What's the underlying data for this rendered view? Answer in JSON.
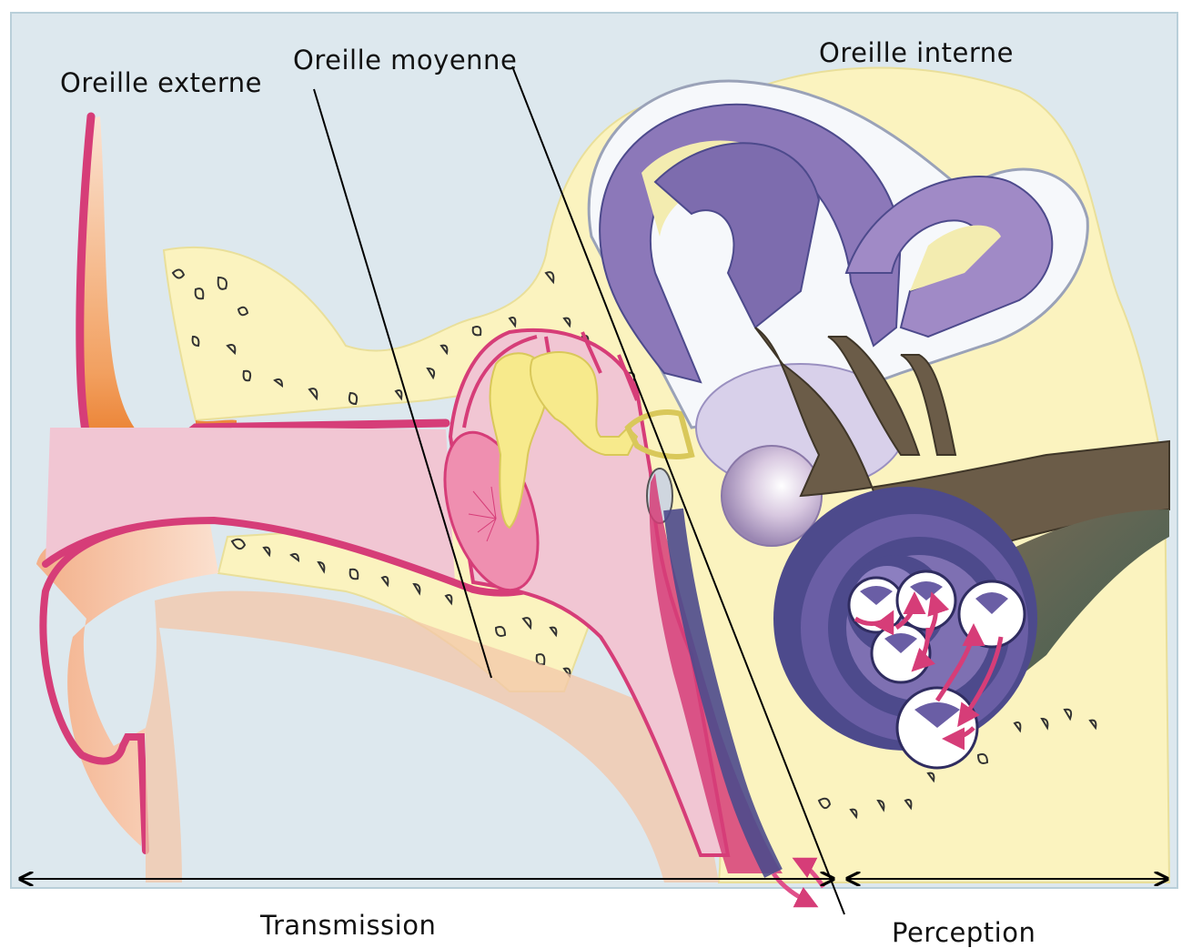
{
  "labels": {
    "outer_ear": "Oreille externe",
    "middle_ear": "Oreille moyenne",
    "inner_ear": "Oreille interne",
    "transmission": "Transmission",
    "perception": "Perception"
  },
  "colors": {
    "background": "#dde8ee",
    "skin": "#f3c7a8",
    "canal_pink": "#f1c6d3",
    "cartilage_magenta": "#d63d78",
    "bone": "#fbf3bf",
    "ossicles": "#f7ea8c",
    "labyrinth_purple": "#8c78b9",
    "cochlea_navy": "#4d4a8c",
    "nerve_brown": "#6b5c48",
    "nerve_green": "#3f5a50",
    "arrow_black": "#000000"
  }
}
